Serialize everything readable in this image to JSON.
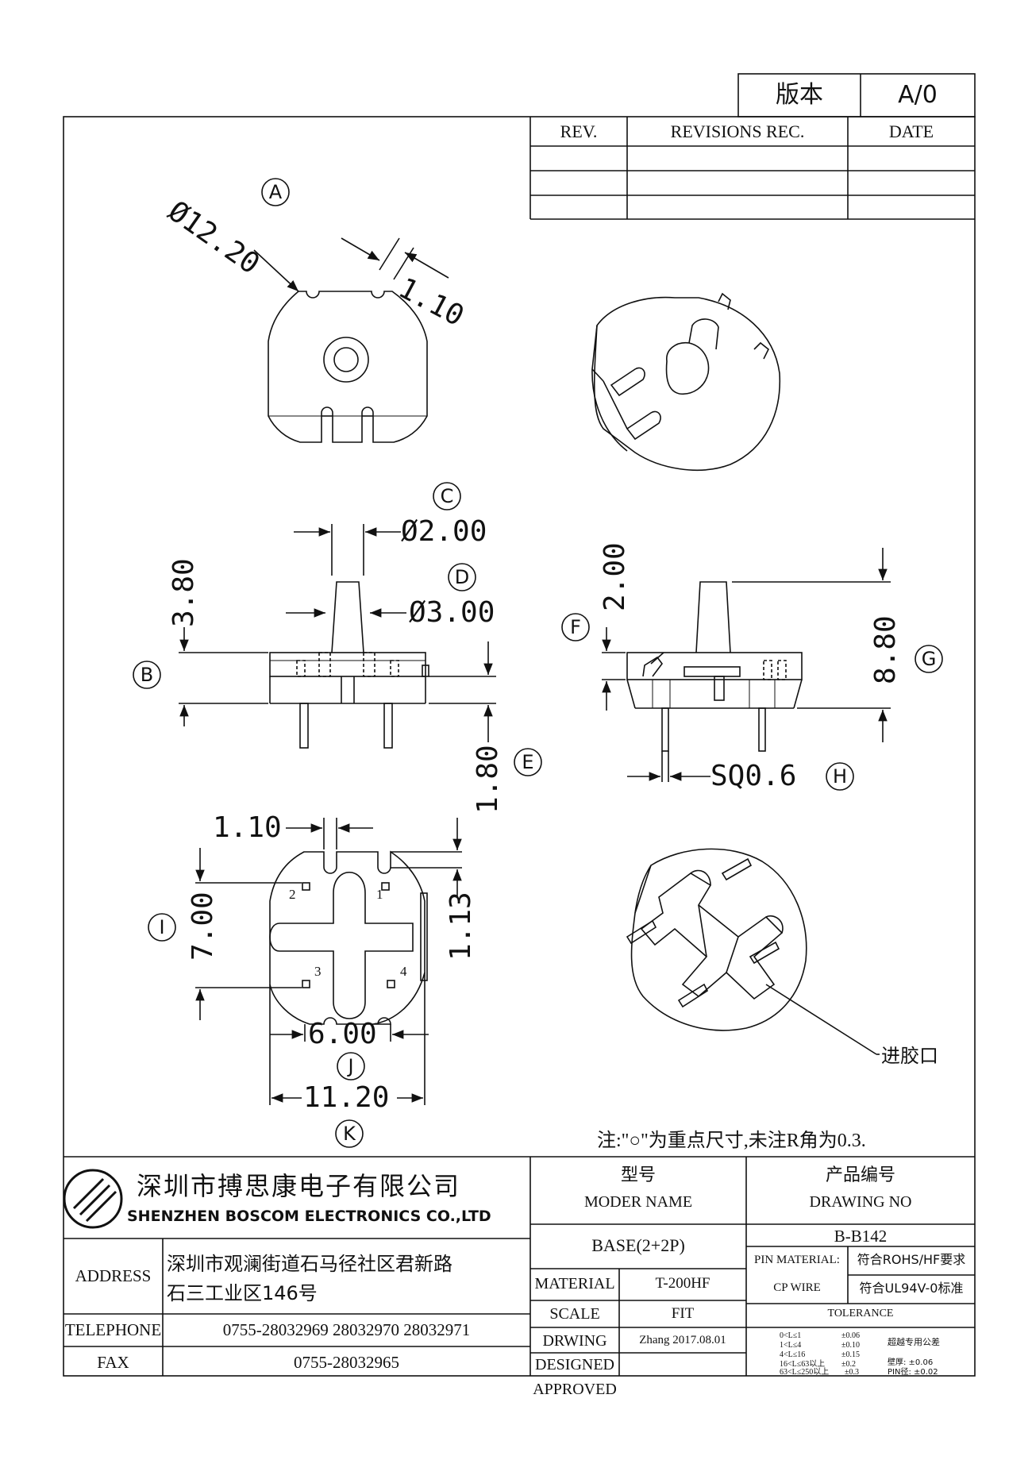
{
  "version_box": {
    "label": "版本",
    "value": "A/0"
  },
  "revision_table": {
    "rev_header": "REV.",
    "rec_header": "REVISIONS REC.",
    "date_header": "DATE"
  },
  "dimensions": {
    "a_dia": "Ø12.20",
    "a_slot": "1.10",
    "c_dia": "Ø2.00",
    "d_dia": "Ø3.00",
    "b_height": "3.80",
    "e_pin": "1.80",
    "f_height": "2.00",
    "g_height": "8.80",
    "h_sq": "SQ0.6",
    "slot_width": "1.10",
    "i_height": "7.00",
    "offset": "1.13",
    "j_width": "6.00",
    "k_width": "11.20"
  },
  "callouts": {
    "a": "A",
    "b": "B",
    "c": "C",
    "d": "D",
    "e": "E",
    "f": "F",
    "g": "G",
    "h": "H",
    "i": "I",
    "j": "J",
    "k": "K"
  },
  "pin_numbers": [
    "1",
    "2",
    "3",
    "4"
  ],
  "gate_label": "进胶口",
  "note": "注:\"○\"为重点尺寸,未注R角为0.3.",
  "company": {
    "name_cn": "深圳市搏思康电子有限公司",
    "name_en": "SHENZHEN  BOSCOM  ELECTRONICS  CO.,LTD",
    "address_label": "ADDRESS",
    "address_line1": "深圳市观澜街道石马径社区君新路",
    "address_line2": "石三工业区146号",
    "telephone_label": "TELEPHONE",
    "telephone": "0755-28032969  28032970  28032971",
    "fax_label": "FAX",
    "fax": "0755-28032965"
  },
  "title_block": {
    "model_label_cn": "型号",
    "model_label_en": "MODER NAME",
    "model_value": "BASE(2+2P)",
    "drawing_no_label_cn": "产品编号",
    "drawing_no_label_en": "DRAWING NO",
    "drawing_no": "B-B142",
    "material_label": "MATERIAL",
    "material_value": "T-200HF",
    "scale_label": "SCALE",
    "scale_value": "FIT",
    "drwing_label": "DRWING",
    "drwing_value": "Zhang 2017.08.01",
    "designed_label": "DESIGNED",
    "approved_label": "APPROVED",
    "pin_material_label": "PIN MATERIAL:",
    "pin_material_value": "符合ROHS/HF要求",
    "cp_wire_label": "CP WIRE",
    "cp_wire_value": "符合UL94V-0标准",
    "tolerance_label": "TOLERANCE",
    "tolerances": [
      {
        "range": "0<L≤1",
        "tol": "±0.06"
      },
      {
        "range": "1<L≤4",
        "tol": "±0.10"
      },
      {
        "range": "4<L≤16",
        "tol": "±0.15"
      },
      {
        "range": "16<L≤63以上",
        "tol": "±0.2"
      },
      {
        "range": "63<L≤250以上",
        "tol": "±0.3"
      }
    ],
    "special_tol_label": "超越专用公差",
    "wall_tol": "壁厚: ±0.06",
    "pin_tol": "PIN径: ±0.02"
  }
}
